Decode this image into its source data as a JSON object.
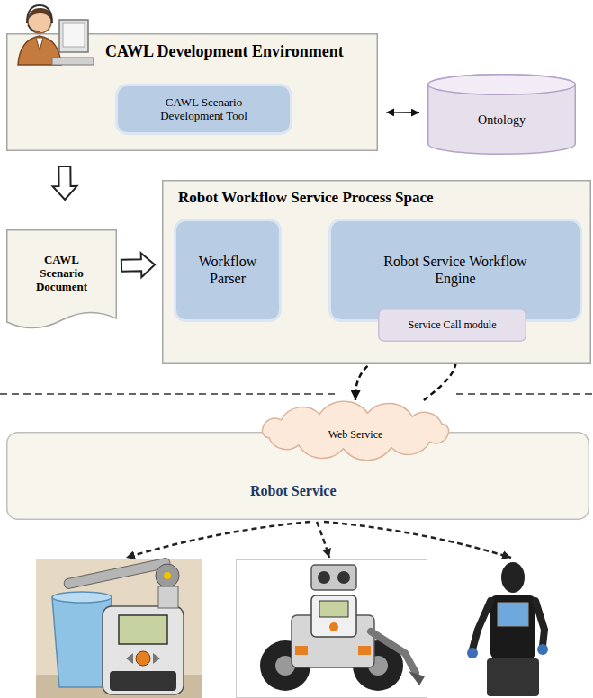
{
  "diagram": {
    "nodes": [
      {
        "text": [
          "CAWL Development Environment"
        ]
      },
      {
        "text": [
          "CAWL Scenario Development Tool"
        ],
        "in": 0
      },
      {
        "text": [
          "Ontology"
        ]
      },
      {
        "text": [
          "CAWL Scenario Document"
        ]
      },
      {
        "text": [
          "Robot Workflow Service Process Space"
        ]
      },
      {
        "text": [
          "Workflow Parser"
        ],
        "in": 4
      },
      {
        "text": [
          "Robot Service Workflow Engine"
        ],
        "in": 4
      },
      {
        "text": [
          "Service Call module"
        ],
        "in": 6
      },
      {
        "text": [
          "Robot Service"
        ]
      },
      {
        "text": [
          "Web Service"
        ],
        "in": 8
      }
    ],
    "edges": [
      {
        "from": 0,
        "to": 2,
        "arrow": "both"
      },
      {
        "from": 0,
        "to": 3,
        "arrow": "to"
      },
      {
        "from": 3,
        "to": 4,
        "arrow": "to"
      },
      {
        "from": 5,
        "to": 6,
        "arrow": "to"
      },
      {
        "from": 7,
        "to": 9,
        "arrow": "to"
      },
      {
        "from": 9,
        "to": 7,
        "arrow": "to"
      }
    ]
  }
}
